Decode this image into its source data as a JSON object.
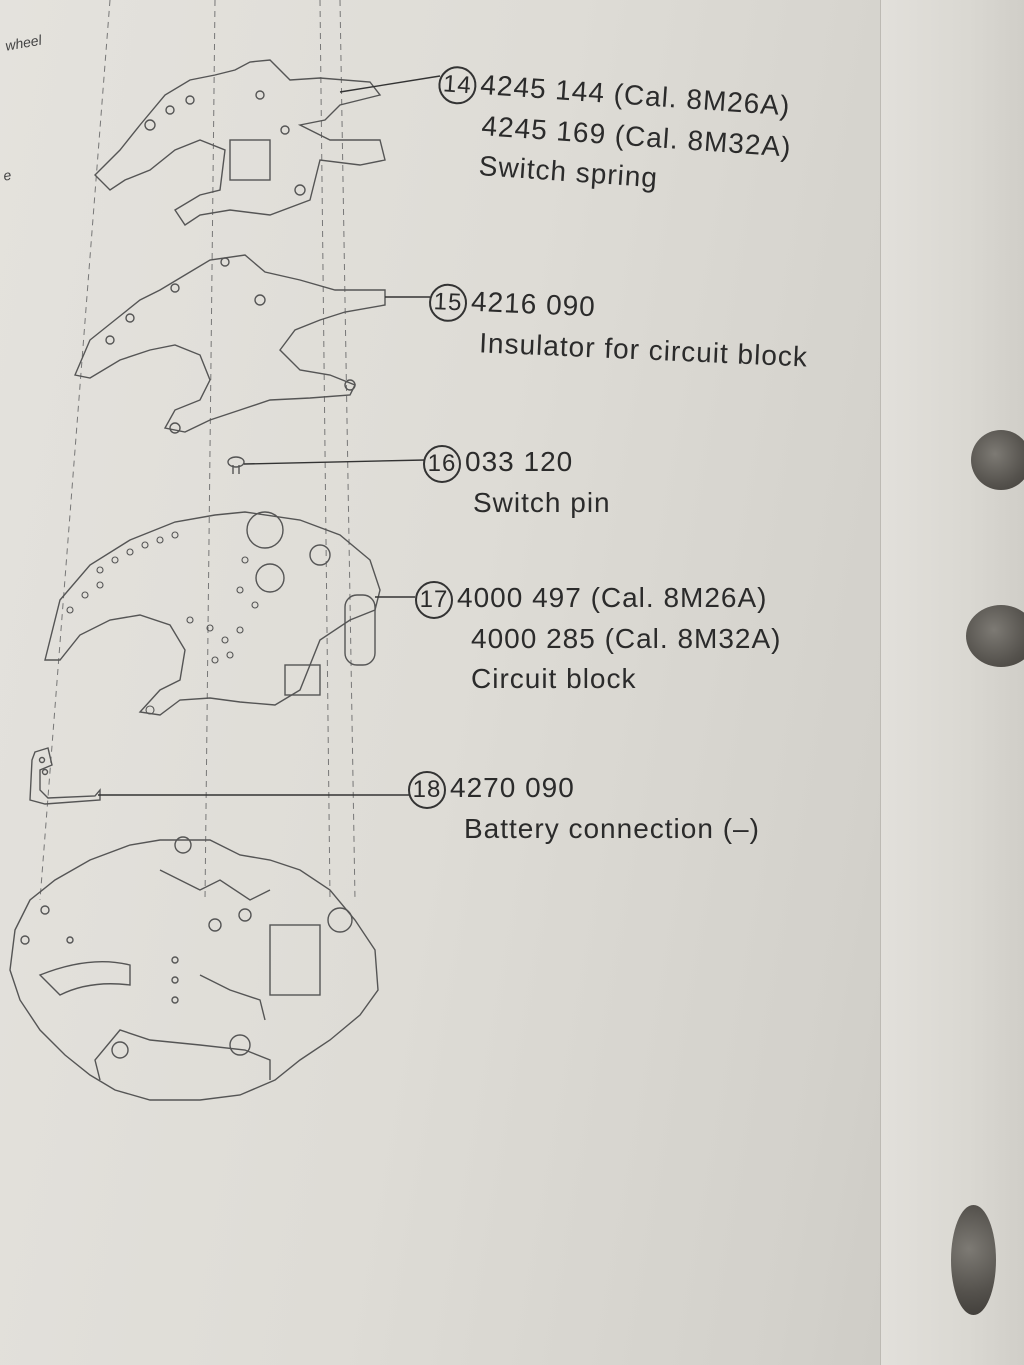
{
  "edge": {
    "top_word": "wheel",
    "mid_fragment": "e"
  },
  "parts": [
    {
      "number": "14",
      "lines": [
        "4245 144 (Cal. 8M26A)",
        "4245 169 (Cal. 8M32A)",
        "Switch spring"
      ]
    },
    {
      "number": "15",
      "lines": [
        "4216 090",
        "Insulator for circuit block"
      ]
    },
    {
      "number": "16",
      "lines": [
        "033 120",
        "Switch pin"
      ]
    },
    {
      "number": "17",
      "lines": [
        "4000 497 (Cal. 8M26A)",
        "4000 285 (Cal. 8M32A)",
        "Circuit block"
      ]
    },
    {
      "number": "18",
      "lines": [
        "4270 090",
        "Battery connection (–)"
      ]
    }
  ]
}
